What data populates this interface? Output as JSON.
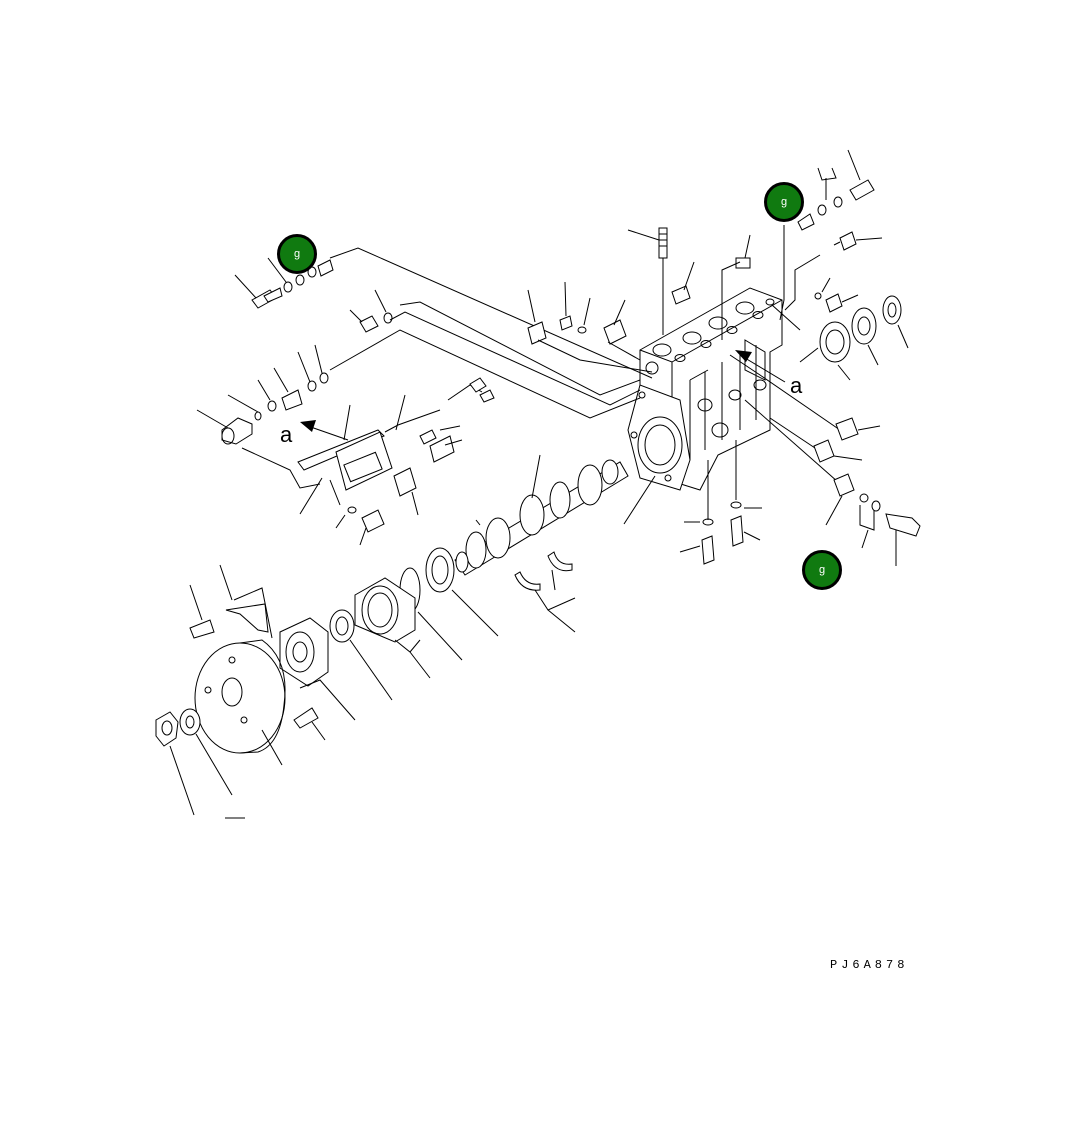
{
  "diagram": {
    "callouts": [
      {
        "label": "g"
      },
      {
        "label": "g"
      },
      {
        "label": "g"
      }
    ],
    "view_labels": [
      "a",
      "a"
    ],
    "drawing_code": "PJ6A878",
    "colors": {
      "callout_fill": "#107a10",
      "line": "#000000",
      "background": "#ffffff"
    }
  }
}
